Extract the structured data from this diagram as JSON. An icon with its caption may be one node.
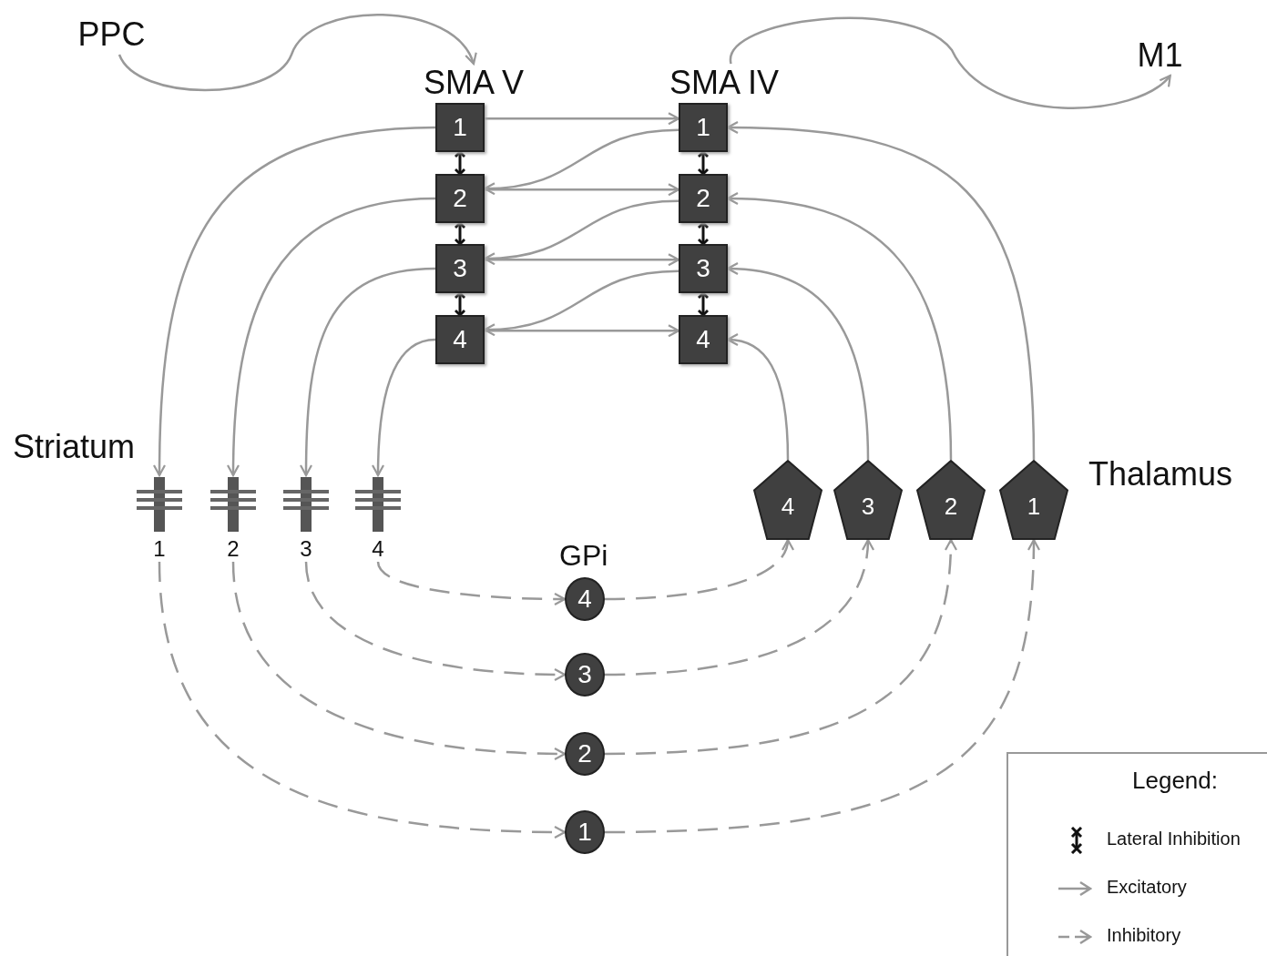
{
  "diagram": {
    "nodes": [
      {
        "text": [
          "PPC"
        ]
      },
      {
        "text": [
          "SMA V"
        ]
      },
      {
        "text": [
          "SMA IV"
        ]
      },
      {
        "text": [
          "M1"
        ]
      },
      {
        "text": [
          "1"
        ]
      },
      {
        "text": [
          "2"
        ]
      },
      {
        "text": [
          "3"
        ]
      },
      {
        "text": [
          "4"
        ]
      },
      {
        "text": [
          "1"
        ]
      },
      {
        "text": [
          "2"
        ]
      },
      {
        "text": [
          "3"
        ]
      },
      {
        "text": [
          "4"
        ]
      },
      {
        "text": [
          "1"
        ]
      },
      {
        "text": [
          "2"
        ]
      },
      {
        "text": [
          "3"
        ]
      },
      {
        "text": [
          "4"
        ]
      },
      {
        "text": [
          "4"
        ]
      },
      {
        "text": [
          "3"
        ]
      },
      {
        "text": [
          "2"
        ]
      },
      {
        "text": [
          "1"
        ]
      },
      {
        "text": [
          "4"
        ]
      },
      {
        "text": [
          "3"
        ]
      },
      {
        "text": [
          "2"
        ]
      },
      {
        "text": [
          "1"
        ]
      }
    ],
    "edges": [
      {
        "from": 0,
        "to": 1,
        "arrow": "to"
      },
      {
        "from": 2,
        "to": 3,
        "arrow": "to"
      },
      {
        "from": 4,
        "to": 8,
        "arrow": "to"
      },
      {
        "from": 5,
        "to": 9,
        "arrow": "to"
      },
      {
        "from": 6,
        "to": 10,
        "arrow": "to"
      },
      {
        "from": 7,
        "to": 11,
        "arrow": "to"
      },
      {
        "from": 8,
        "to": 5,
        "arrow": "to"
      },
      {
        "from": 9,
        "to": 6,
        "arrow": "to"
      },
      {
        "from": 10,
        "to": 7,
        "arrow": "to"
      },
      {
        "from": 4,
        "to": 5,
        "arrow": "other",
        "color": "#111111"
      },
      {
        "from": 5,
        "to": 6,
        "arrow": "other",
        "color": "#111111"
      },
      {
        "from": 6,
        "to": 7,
        "arrow": "other",
        "color": "#111111"
      },
      {
        "from": 8,
        "to": 9,
        "arrow": "other",
        "color": "#111111"
      },
      {
        "from": 9,
        "to": 10,
        "arrow": "other",
        "color": "#111111"
      },
      {
        "from": 10,
        "to": 11,
        "arrow": "other",
        "color": "#111111"
      },
      {
        "from": 4,
        "to": 12,
        "arrow": "to"
      },
      {
        "from": 5,
        "to": 13,
        "arrow": "to"
      },
      {
        "from": 6,
        "to": 14,
        "arrow": "to"
      },
      {
        "from": 7,
        "to": 15,
        "arrow": "to"
      },
      {
        "from": 12,
        "to": 23,
        "arrow": "to",
        "style": "dashed"
      },
      {
        "from": 13,
        "to": 22,
        "arrow": "to",
        "style": "dashed"
      },
      {
        "from": 14,
        "to": 21,
        "arrow": "to",
        "style": "dashed"
      },
      {
        "from": 15,
        "to": 20,
        "arrow": "to",
        "style": "dashed"
      },
      {
        "from": 23,
        "to": 19,
        "arrow": "to",
        "style": "dashed"
      },
      {
        "from": 22,
        "to": 18,
        "arrow": "to",
        "style": "dashed"
      },
      {
        "from": 21,
        "to": 17,
        "arrow": "to",
        "style": "dashed"
      },
      {
        "from": 20,
        "to": 16,
        "arrow": "to",
        "style": "dashed"
      },
      {
        "from": 19,
        "to": 8,
        "arrow": "to"
      },
      {
        "from": 18,
        "to": 9,
        "arrow": "to"
      },
      {
        "from": 17,
        "to": 10,
        "arrow": "to"
      },
      {
        "from": 16,
        "to": 11,
        "arrow": "to"
      }
    ],
    "labels": [
      "Striatum",
      "Thalamus",
      "GPi",
      "Legend:"
    ],
    "legend": [
      {
        "text": "Lateral Inhibition"
      },
      {
        "text": "Excitatory"
      },
      {
        "text": "Inhibitory"
      }
    ]
  }
}
